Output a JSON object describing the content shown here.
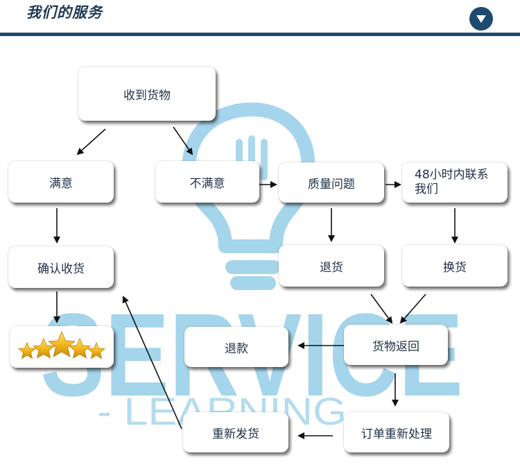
{
  "header": {
    "title": "我们的服务",
    "toggle_icon": "chevron-down-icon"
  },
  "watermark": {
    "word": "SERVICE",
    "sub": "- LEARNING",
    "icon": "lightbulb-icon"
  },
  "nodes": {
    "received": "收到货物",
    "satisfied": "满意",
    "unsatisfied": "不满意",
    "quality": "质量问题",
    "contact": "48小时内联系我们",
    "confirm": "确认收货",
    "return_goods": "退货",
    "exchange": "换货",
    "goods_back": "货物返回",
    "refund": "退款",
    "reship": "重新发货",
    "reprocess": "订单重新处理"
  },
  "rating": {
    "stars": 5,
    "icon": "star-icon"
  },
  "colors": {
    "header": "#1d4a6e",
    "title": "#1d3a55",
    "watermark": "#5bb3dc"
  }
}
